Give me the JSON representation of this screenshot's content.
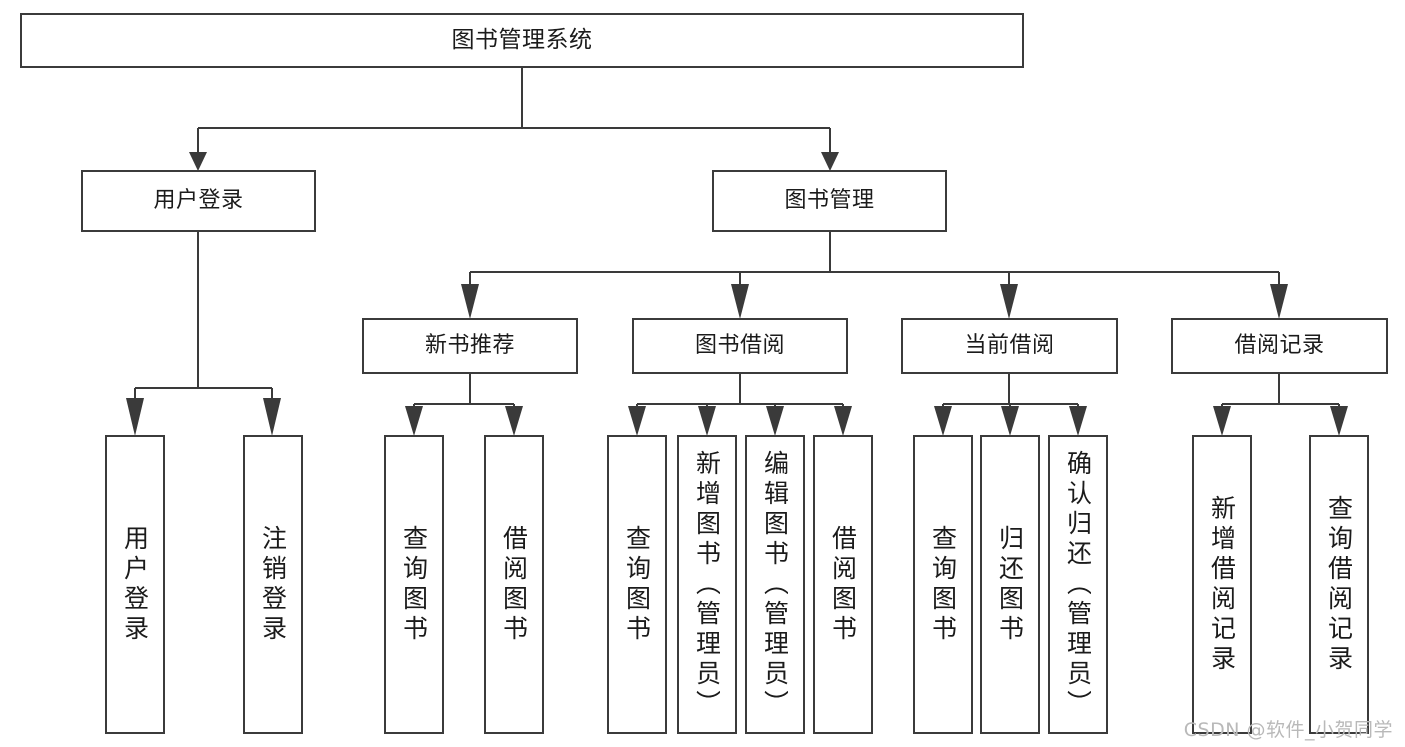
{
  "diagram": {
    "type": "tree",
    "title": "图书管理系统",
    "watermark": "CSDN @软件_小贺同学",
    "colors": {
      "box_border": "#3b3b3b",
      "connector": "#3a3a3a",
      "background": "#ffffff",
      "text": "#1b1b1b",
      "watermark": "#b9b9b9"
    },
    "nodes": {
      "root": {
        "label": "图书管理系统"
      },
      "level1": [
        {
          "label": "用户登录"
        },
        {
          "label": "图书管理"
        }
      ],
      "level2": [
        {
          "label": "新书推荐"
        },
        {
          "label": "图书借阅"
        },
        {
          "label": "当前借阅"
        },
        {
          "label": "借阅记录"
        }
      ],
      "leaves": {
        "user_login": [
          {
            "label": "用户登录"
          },
          {
            "label": "注销登录"
          }
        ],
        "new_book": [
          {
            "label": "查询图书"
          },
          {
            "label": "借阅图书"
          }
        ],
        "book_borrow": [
          {
            "label": "查询图书"
          },
          {
            "label": "新增图书（管理员）"
          },
          {
            "label": "编辑图书（管理员）"
          },
          {
            "label": "借阅图书"
          }
        ],
        "current_borrow": [
          {
            "label": "查询图书"
          },
          {
            "label": "归还图书"
          },
          {
            "label": "确认归还（管理员）"
          }
        ],
        "borrow_record": [
          {
            "label": "新增借阅记录"
          },
          {
            "label": "查询借阅记录"
          }
        ]
      }
    }
  }
}
